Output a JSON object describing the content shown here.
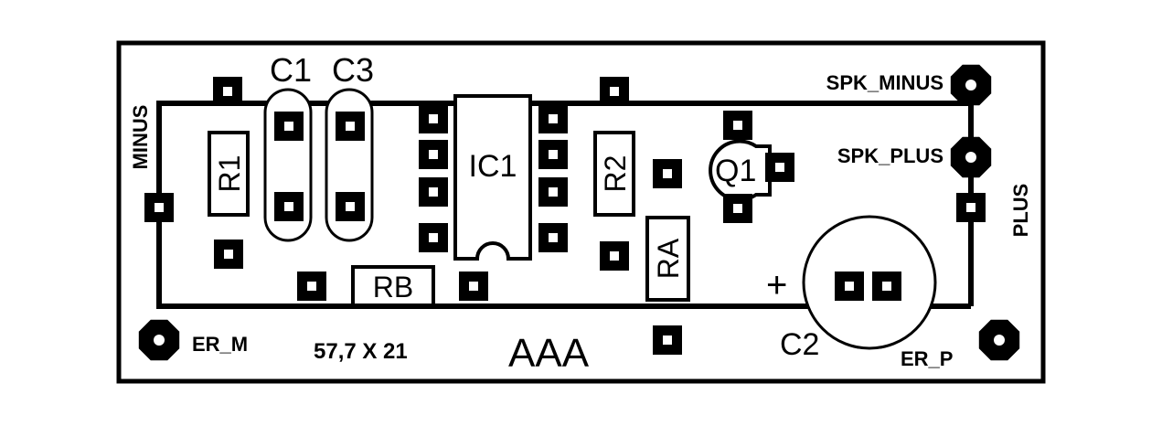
{
  "board": {
    "dimension_text": "57,7 X 21",
    "marking": "AAA",
    "polarity_mark": "+"
  },
  "labels": {
    "minus": "MINUS",
    "plus": "PLUS",
    "spk_minus": "SPK_MINUS",
    "spk_plus": "SPK_PLUS",
    "er_m": "ER_M",
    "er_p": "ER_P"
  },
  "components": {
    "c1": "C1",
    "c3": "C3",
    "r1": "R1",
    "ic1": "IC1",
    "r2": "R2",
    "q1": "Q1",
    "ra": "RA",
    "rb": "RB",
    "c2": "C2"
  },
  "colors": {
    "ink": "#000000",
    "paper": "#ffffff"
  }
}
